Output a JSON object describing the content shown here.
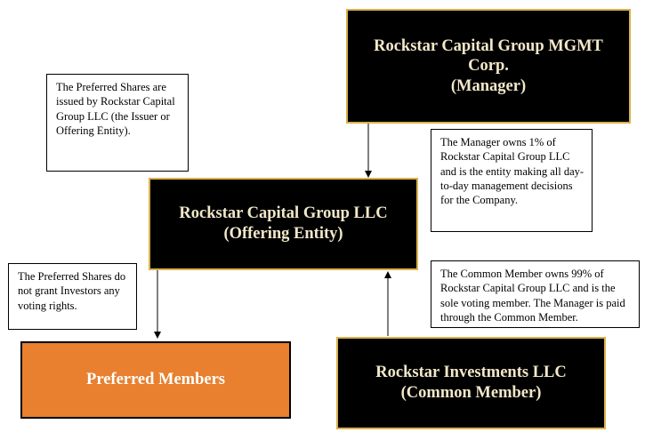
{
  "entities": {
    "manager": {
      "line1": "Rockstar Capital Group MGMT",
      "line2": "Corp.",
      "line3": "(Manager)"
    },
    "offering": {
      "line1": "Rockstar Capital Group LLC",
      "line2": "(Offering Entity)"
    },
    "preferred": {
      "line1": "Preferred Members"
    },
    "common": {
      "line1": "Rockstar Investments LLC",
      "line2": "(Common Member)"
    }
  },
  "notes": {
    "issuer": "The Preferred Shares are issued by Rockstar Capital Group LLC (the Issuer or Offering Entity).",
    "manager": "The Manager owns 1% of Rockstar Capital Group LLC and is the entity making all day-to-day management decisions for the Company.",
    "voting": "The Preferred Shares do not grant Investors any voting rights.",
    "common": "The Common Member owns 99% of Rockstar Capital Group LLC and is the sole voting member. The Manager is paid through the Common Member."
  },
  "colors": {
    "dark_box": "#000000",
    "dark_border": "#d9b24a",
    "dark_text": "#f2e8c9",
    "orange_box": "#e8802f"
  }
}
